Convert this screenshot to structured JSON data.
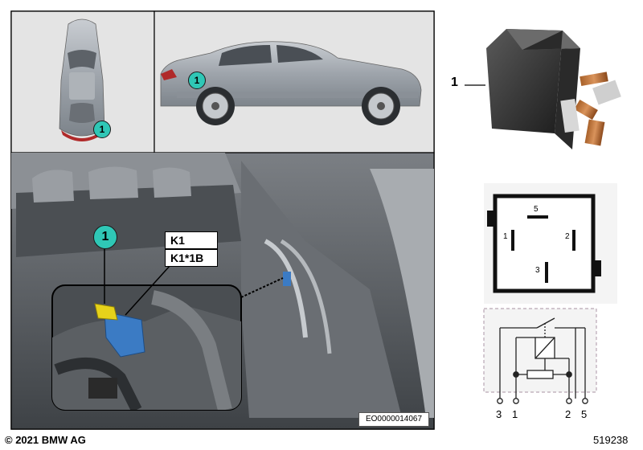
{
  "figure": {
    "copyright": "© 2021 BMW AG",
    "figure_number": "519238",
    "reference_code": "EO0000014067"
  },
  "callouts": {
    "top_view": "1",
    "side_view": "1",
    "detail_view": "1"
  },
  "labels": {
    "part_number": "1",
    "relay_name": "K1",
    "connector_name": "K1*1B"
  },
  "relay_pinout": {
    "pins": [
      "5",
      "1",
      "2",
      "3"
    ]
  },
  "circuit": {
    "terminals": [
      "3",
      "1",
      "2",
      "5"
    ]
  },
  "colors": {
    "callout": "#2fc7b6",
    "relay_blue": "#3b7bc4",
    "fuse_yellow": "#e6d21a"
  }
}
